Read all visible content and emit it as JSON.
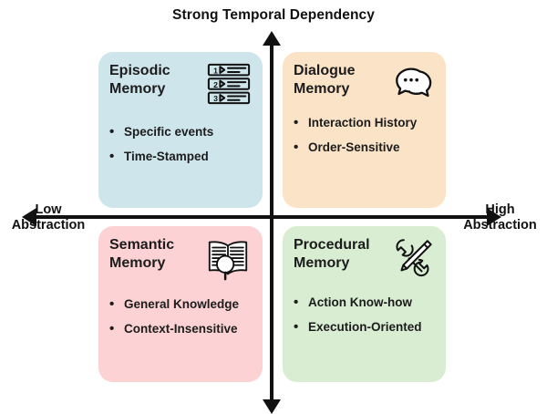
{
  "axes": {
    "top_label": "Strong Temporal Dependency",
    "left_label": "Low\nAbstraction",
    "right_label": "High\nAbstraction",
    "left_label_line1": "Low",
    "left_label_line2": "Abstraction",
    "right_label_line1": "High",
    "right_label_line2": "Abstraction"
  },
  "colors": {
    "episodic": "#cee5ec",
    "dialogue": "#fbe3c7",
    "semantic": "#fcd2d4",
    "procedural": "#d8edd2",
    "ink": "#111111"
  },
  "quadrants": [
    {
      "key": "episodic",
      "position": "top-left",
      "title": "Episodic\nMemory",
      "icon": "numbered-list-icon",
      "bullets": [
        "Specific events",
        "Time-Stamped"
      ],
      "bullet_marker": "•"
    },
    {
      "key": "dialogue",
      "position": "top-right",
      "title": "Dialogue\nMemory",
      "icon": "speech-bubbles-icon",
      "bullets": [
        "Interaction History",
        "Order-Sensitive"
      ],
      "bullet_marker": "•"
    },
    {
      "key": "semantic",
      "position": "bottom-left",
      "title": "Semantic\nMemory",
      "icon": "book-magnifier-icon",
      "bullets": [
        "General Knowledge",
        "Context-Insensitive"
      ],
      "bullet_marker": "•"
    },
    {
      "key": "procedural",
      "position": "bottom-right",
      "title": "Procedural\nMemory",
      "icon": "wrench-pencil-icon",
      "bullets": [
        "Action Know-how",
        "Execution-Oriented"
      ],
      "bullet_marker": "•"
    }
  ]
}
